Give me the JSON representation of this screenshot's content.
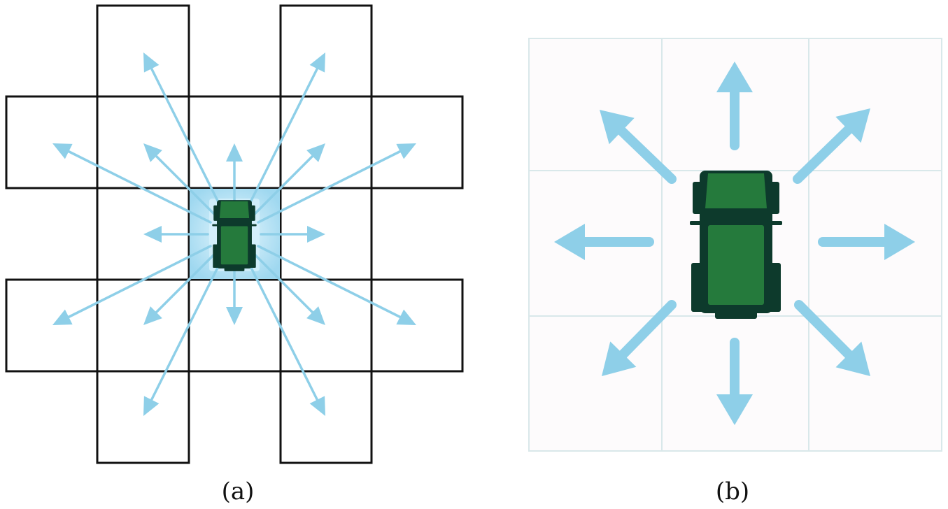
{
  "panels": [
    {
      "caption": "(a)",
      "grid": "pinwheel-16-direction",
      "directions": 16
    },
    {
      "caption": "(b)",
      "grid": "3x3-8-direction",
      "directions": 8
    }
  ],
  "icons": [
    "vehicle-icon",
    "arrow-icon"
  ],
  "colors": {
    "arrow": "#8ecfe8",
    "vehicle_body": "#257a3c",
    "vehicle_dark": "#0d3a2c",
    "grid_a_line": "#111111",
    "grid_b_line": "#d9e8ea",
    "highlight": "#bfe6f6"
  }
}
